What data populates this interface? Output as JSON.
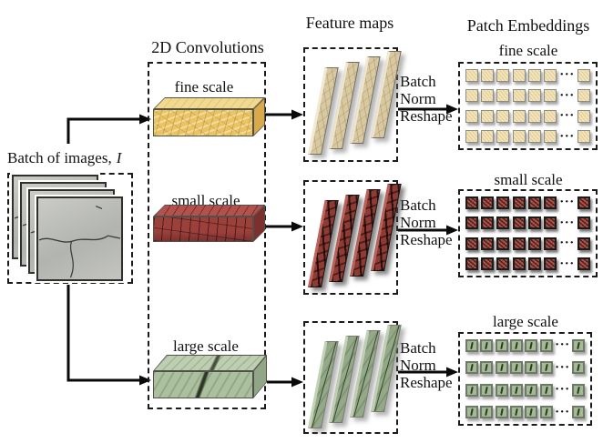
{
  "titles": {
    "convolutions": "2D Convolutions",
    "feature_maps": "Feature maps",
    "patch_embeddings": "Patch Embeddings"
  },
  "batch": {
    "label_text": "Batch of images,",
    "label_var": "I",
    "image_count": 4
  },
  "process_arrow": {
    "line1": "Batch",
    "line2": "Norm",
    "line3": "Reshape"
  },
  "dots": "···",
  "embed_grid": {
    "rows": 4,
    "cols_before_dots": 6,
    "cols_after_dots": 1
  },
  "feature_maps": {
    "panels_per_branch": 4
  },
  "branches": [
    {
      "id": "fine",
      "conv_label": "fine scale",
      "embed_label": "fine scale",
      "colors": {
        "front": "#e9c465",
        "top": "#f1da90",
        "side": "#d9aa4a",
        "panel": "#d9c9a2",
        "paneledge": "#f2ead3",
        "patch": "#f3e5b9",
        "patchborder": "#8e8d85"
      }
    },
    {
      "id": "small",
      "conv_label": "small scale",
      "embed_label": "small scale",
      "colors": {
        "front": "#9c403c",
        "top": "#b3524c",
        "side": "#7c2f2c",
        "panel": "#903a34",
        "paneledge": "#bd655c",
        "patch": "#a04a42",
        "patchborder": "#1b1b1b"
      }
    },
    {
      "id": "large",
      "conv_label": "large scale",
      "embed_label": "large scale",
      "colors": {
        "front": "#abc09e",
        "top": "#bdceb1",
        "side": "#91a686",
        "panel": "#93a987",
        "paneledge": "#c4d3b8",
        "patch": "#a3ba95",
        "patchborder": "#6d7a68"
      }
    }
  ]
}
